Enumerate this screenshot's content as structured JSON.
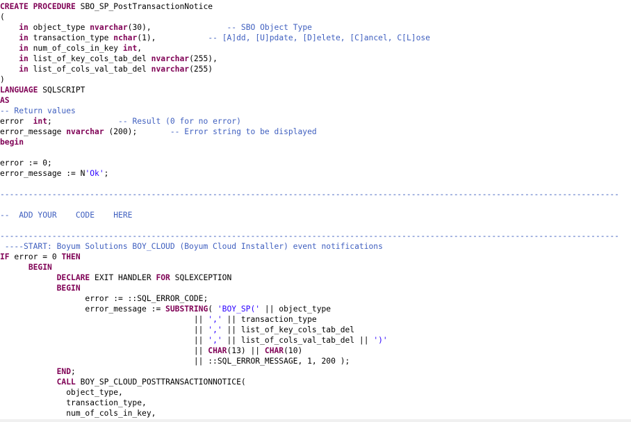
{
  "editor": {
    "colors": {
      "keyword": "#7f0055",
      "comment": "#3f5fbf",
      "string": "#2a00ff",
      "text": "#000000"
    },
    "lines": [
      [
        {
          "t": "CREATE",
          "c": "kw"
        },
        {
          "t": " "
        },
        {
          "t": "PROCEDURE",
          "c": "kw"
        },
        {
          "t": " SBO_SP_PostTransactionNotice"
        }
      ],
      [
        {
          "t": "("
        }
      ],
      [
        {
          "t": "    "
        },
        {
          "t": "in",
          "c": "kw"
        },
        {
          "t": " object_type "
        },
        {
          "t": "nvarchar",
          "c": "kw"
        },
        {
          "t": "(30),                "
        },
        {
          "t": "-- SBO Object Type",
          "c": "cm"
        }
      ],
      [
        {
          "t": "    "
        },
        {
          "t": "in",
          "c": "kw"
        },
        {
          "t": " transaction_type "
        },
        {
          "t": "nchar",
          "c": "kw"
        },
        {
          "t": "(1),           "
        },
        {
          "t": "-- [A]dd, [U]pdate, [D]elete, [C]ancel, C[L]ose",
          "c": "cm"
        }
      ],
      [
        {
          "t": "    "
        },
        {
          "t": "in",
          "c": "kw"
        },
        {
          "t": " num_of_cols_in_key "
        },
        {
          "t": "int",
          "c": "kw"
        },
        {
          "t": ","
        }
      ],
      [
        {
          "t": "    "
        },
        {
          "t": "in",
          "c": "kw"
        },
        {
          "t": " list_of_key_cols_tab_del "
        },
        {
          "t": "nvarchar",
          "c": "kw"
        },
        {
          "t": "(255),"
        }
      ],
      [
        {
          "t": "    "
        },
        {
          "t": "in",
          "c": "kw"
        },
        {
          "t": " list_of_cols_val_tab_del "
        },
        {
          "t": "nvarchar",
          "c": "kw"
        },
        {
          "t": "(255)"
        }
      ],
      [
        {
          "t": ")"
        }
      ],
      [
        {
          "t": "LANGUAGE",
          "c": "kw"
        },
        {
          "t": " SQLSCRIPT"
        }
      ],
      [
        {
          "t": "AS",
          "c": "kw"
        }
      ],
      [
        {
          "t": "-- Return values",
          "c": "cm"
        }
      ],
      [
        {
          "t": "error  "
        },
        {
          "t": "int",
          "c": "kw"
        },
        {
          "t": ";              "
        },
        {
          "t": "-- Result (0 for no error)",
          "c": "cm"
        }
      ],
      [
        {
          "t": "error_message "
        },
        {
          "t": "nvarchar",
          "c": "kw"
        },
        {
          "t": " (200);       "
        },
        {
          "t": "-- Error string to be displayed",
          "c": "cm"
        }
      ],
      [
        {
          "t": "begin",
          "c": "kw"
        }
      ],
      [],
      [
        {
          "t": "error := 0;"
        }
      ],
      [
        {
          "t": "error_message := N"
        },
        {
          "t": "'Ok'",
          "c": "st"
        },
        {
          "t": ";"
        }
      ],
      [],
      [
        {
          "t": "-----------------------------------------------------------------------------------------------------------------------------------",
          "c": "cm"
        }
      ],
      [],
      [
        {
          "t": "--  ADD YOUR    CODE    HERE",
          "c": "cm"
        }
      ],
      [],
      [
        {
          "t": "-----------------------------------------------------------------------------------------------------------------------------------",
          "c": "cm"
        }
      ],
      [
        {
          "t": " ----START: Boyum Solutions BOY_CLOUD (Boyum Cloud Installer) event notifications",
          "c": "cm"
        }
      ],
      [
        {
          "t": "IF",
          "c": "kw"
        },
        {
          "t": " error = 0 "
        },
        {
          "t": "THEN",
          "c": "kw"
        }
      ],
      [
        {
          "t": "      "
        },
        {
          "t": "BEGIN",
          "c": "kw"
        }
      ],
      [
        {
          "t": "            "
        },
        {
          "t": "DECLARE",
          "c": "kw"
        },
        {
          "t": " EXIT HANDLER "
        },
        {
          "t": "FOR",
          "c": "kw"
        },
        {
          "t": " SQLEXCEPTION"
        }
      ],
      [
        {
          "t": "            "
        },
        {
          "t": "BEGIN",
          "c": "kw"
        }
      ],
      [
        {
          "t": "                  error := ::SQL_ERROR_CODE;"
        }
      ],
      [
        {
          "t": "                  error_message := "
        },
        {
          "t": "SUBSTRING",
          "c": "kw"
        },
        {
          "t": "( "
        },
        {
          "t": "'BOY_SP('",
          "c": "st"
        },
        {
          "t": " || object_type"
        }
      ],
      [
        {
          "t": "                                         || "
        },
        {
          "t": "','",
          "c": "st"
        },
        {
          "t": " || transaction_type"
        }
      ],
      [
        {
          "t": "                                         || "
        },
        {
          "t": "','",
          "c": "st"
        },
        {
          "t": " || list_of_key_cols_tab_del"
        }
      ],
      [
        {
          "t": "                                         || "
        },
        {
          "t": "','",
          "c": "st"
        },
        {
          "t": " || list_of_cols_val_tab_del || "
        },
        {
          "t": "')'",
          "c": "st"
        }
      ],
      [
        {
          "t": "                                         || "
        },
        {
          "t": "CHAR",
          "c": "kw"
        },
        {
          "t": "(13) || "
        },
        {
          "t": "CHAR",
          "c": "kw"
        },
        {
          "t": "(10)"
        }
      ],
      [
        {
          "t": "                                         || ::SQL_ERROR_MESSAGE, 1, 200 );"
        }
      ],
      [
        {
          "t": "            "
        },
        {
          "t": "END",
          "c": "kw"
        },
        {
          "t": ";"
        }
      ],
      [
        {
          "t": "            "
        },
        {
          "t": "CALL",
          "c": "kw"
        },
        {
          "t": " BOY_SP_CLOUD_POSTTRANSACTIONNOTICE("
        }
      ],
      [
        {
          "t": "              object_type,"
        }
      ],
      [
        {
          "t": "              transaction_type,"
        }
      ],
      [
        {
          "t": "              num_of_cols_in_key,"
        }
      ]
    ]
  }
}
